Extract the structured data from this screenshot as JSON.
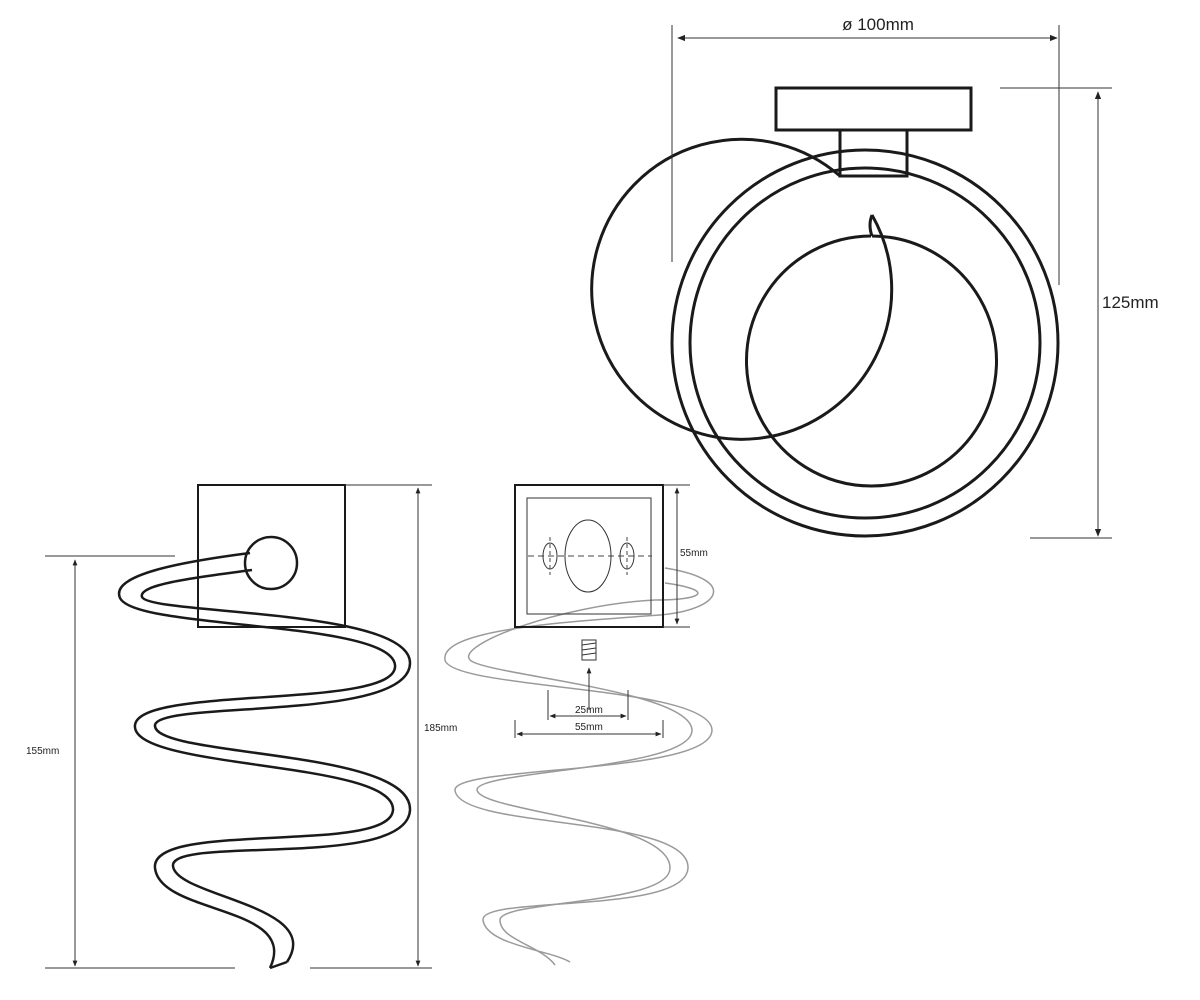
{
  "dimensions": {
    "top_diameter": "ø 100mm",
    "top_height": "125mm",
    "side_height_spiral": "155mm",
    "side_height_total": "185mm",
    "plate_height": "55mm",
    "hole_spacing": "25mm",
    "plate_width": "55mm"
  },
  "colors": {
    "stroke": "#1a1a1a",
    "faint_stroke": "#9a9a9a",
    "background": "#ffffff"
  }
}
